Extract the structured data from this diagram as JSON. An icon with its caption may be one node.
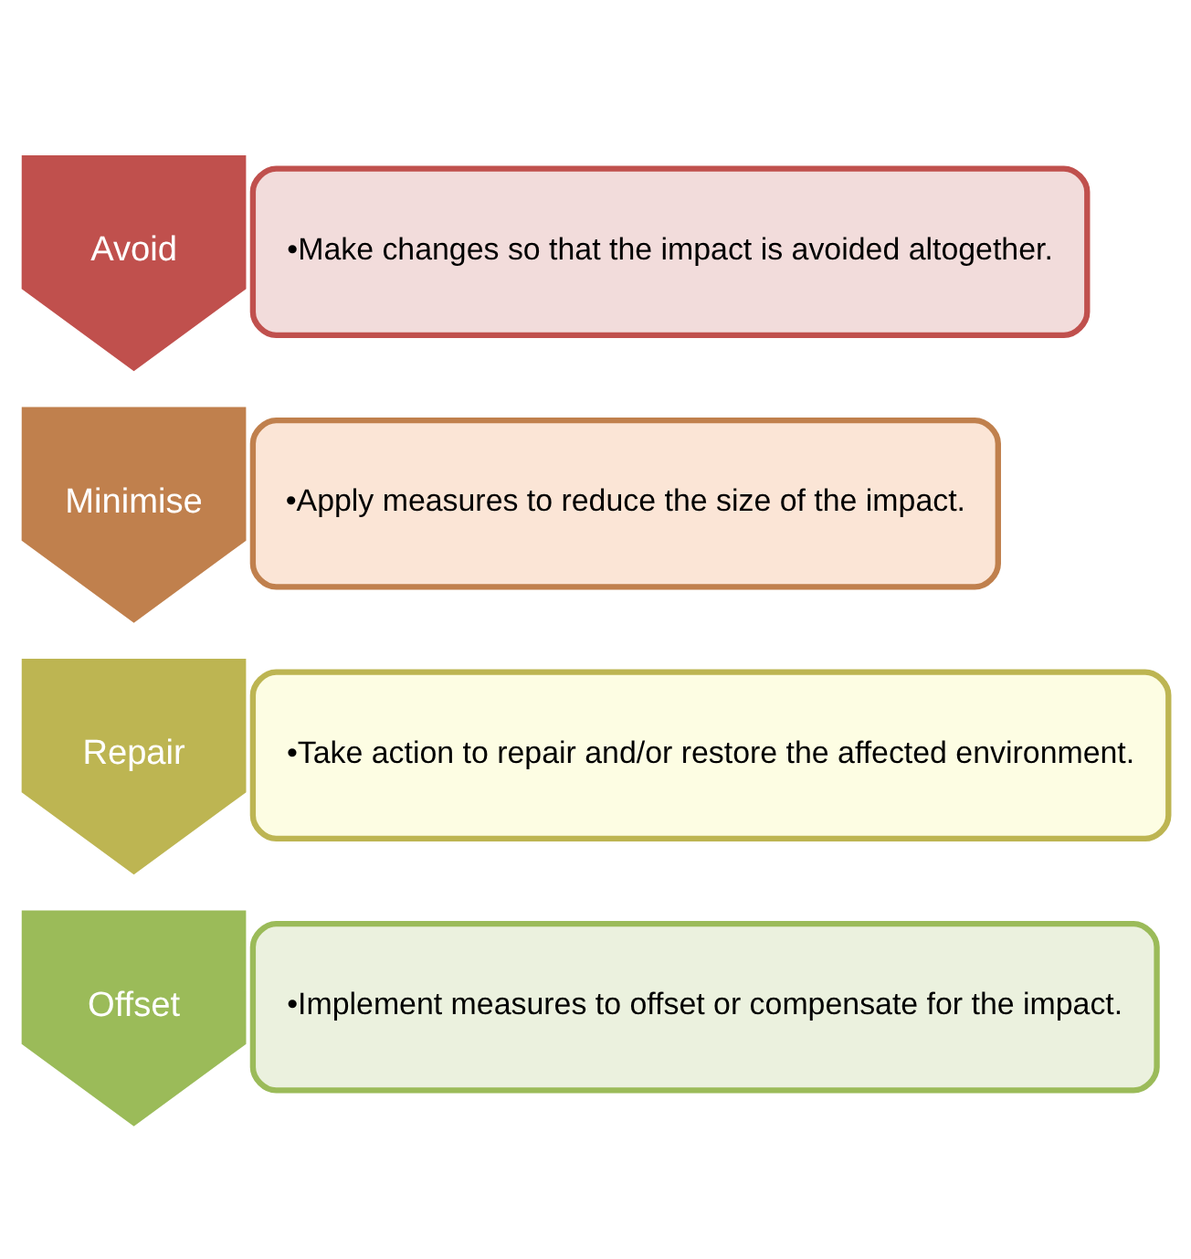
{
  "diagram": {
    "nodes": [
      {
        "text": [
          "Avoid"
        ]
      },
      {
        "text": [
          "•Make changes so that the impact is avoided altogether."
        ]
      },
      {
        "text": [
          "Minimise"
        ]
      },
      {
        "text": [
          "•Apply measures to reduce the size of the impact."
        ]
      },
      {
        "text": [
          "Repair"
        ]
      },
      {
        "text": [
          "•Take action to repair and/or restore the affected environment."
        ]
      },
      {
        "text": [
          "Offset"
        ]
      },
      {
        "text": [
          "•Implement measures to offset or compensate for the impact."
        ]
      }
    ]
  }
}
